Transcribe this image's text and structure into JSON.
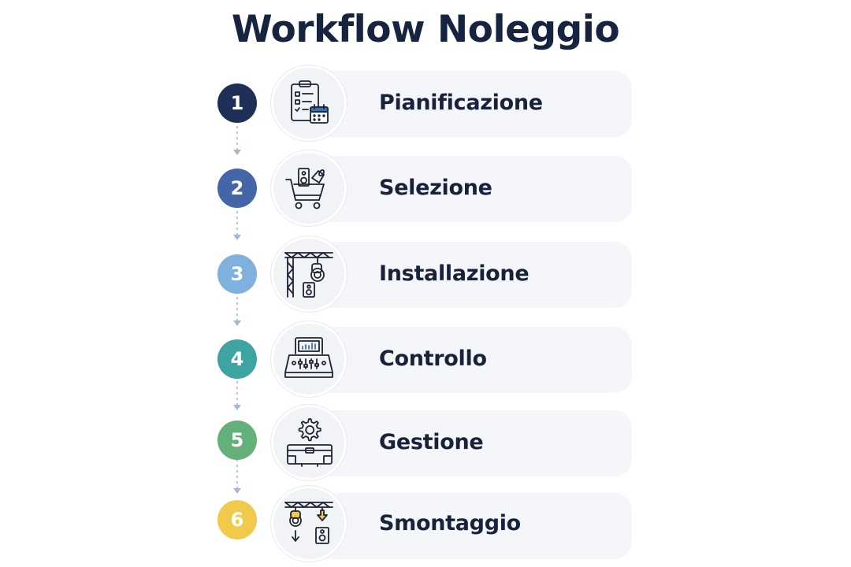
{
  "title": "Workflow Noleggio",
  "steps": [
    {
      "number": "1",
      "label": "Pianificazione",
      "color": "#1f2f57",
      "icon": "clipboard-calendar-icon"
    },
    {
      "number": "2",
      "label": "Selezione",
      "color": "#4466a8",
      "icon": "cart-speaker-icon"
    },
    {
      "number": "3",
      "label": "Installazione",
      "color": "#7fb0de",
      "icon": "truss-light-speaker-icon"
    },
    {
      "number": "4",
      "label": "Controllo",
      "color": "#3fa3a2",
      "icon": "mixing-console-icon"
    },
    {
      "number": "5",
      "label": "Gestione",
      "color": "#64b07a",
      "icon": "gear-flightcase-icon"
    },
    {
      "number": "6",
      "label": "Smontaggio",
      "color": "#f2ca4b",
      "icon": "dismantle-truss-icon"
    }
  ]
}
